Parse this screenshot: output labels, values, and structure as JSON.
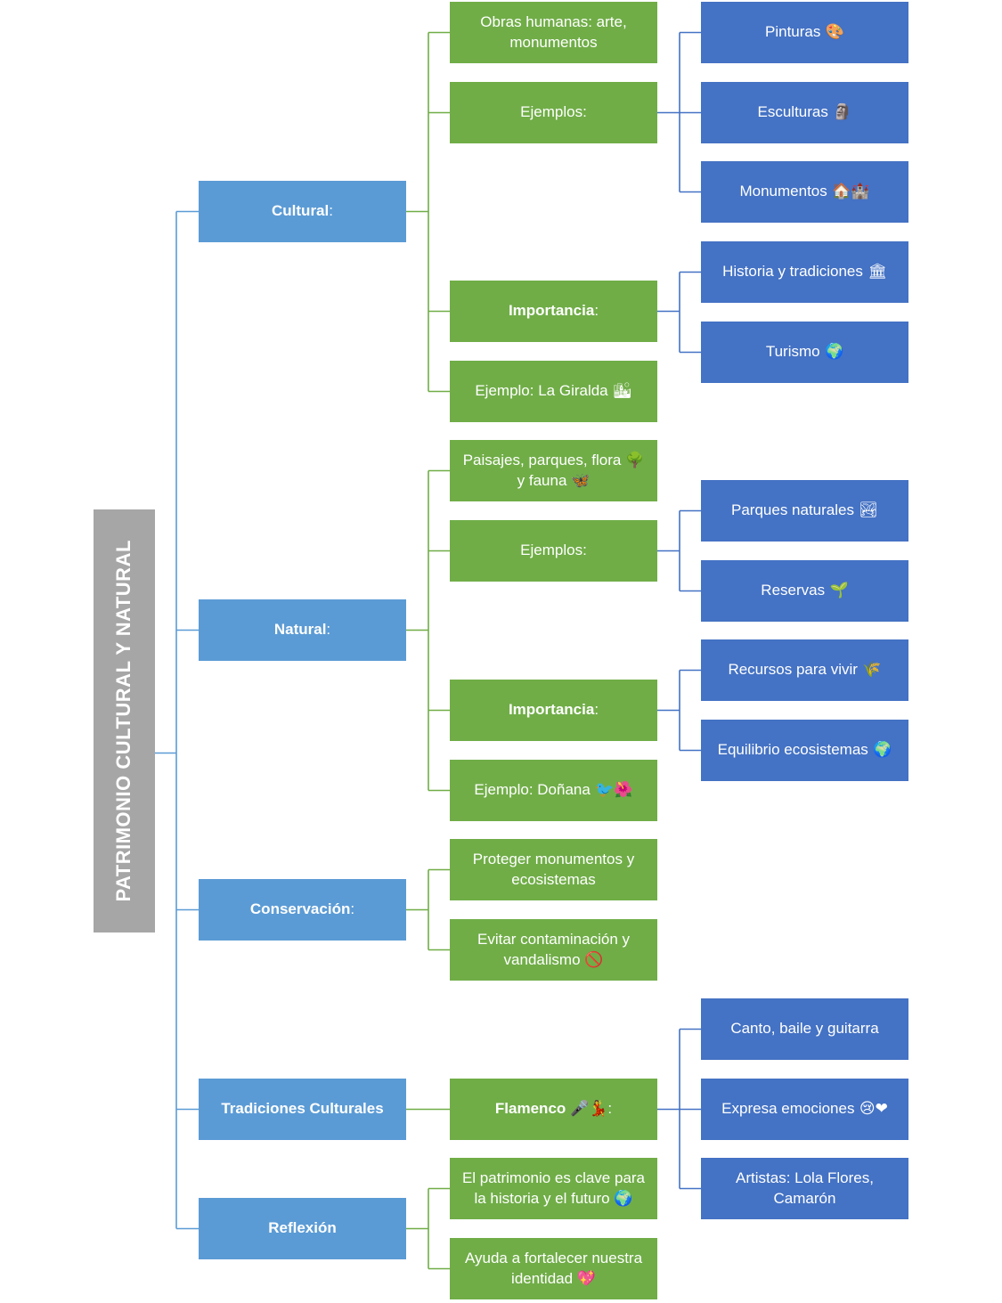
{
  "root": {
    "label": "PATRIMONIO CULTURAL Y NATURAL"
  },
  "colors": {
    "root": "#a6a6a6",
    "level1": "#5b9bd5",
    "level2": "#70ad47",
    "level3": "#4472c4",
    "connector_blue": "#5b9bd5",
    "connector_green": "#70ad47",
    "connector_darkblue": "#4472c4"
  },
  "branches": [
    {
      "label": "Cultural",
      "suffix": ":",
      "children": [
        {
          "label": "Obras humanas: arte,\nmonumentos"
        },
        {
          "label": "Ejemplos:",
          "children": [
            {
              "label": "Pinturas",
              "icon": "🎨",
              "icon_name": "palette-icon"
            },
            {
              "label": "Esculturas",
              "icon": "🗿",
              "icon_name": "moai-statue-icon"
            },
            {
              "label": "Monumentos",
              "icon": "🏠🏰",
              "icon_name": "buildings-icon"
            }
          ]
        },
        {
          "label": "Importancia",
          "suffix": ":",
          "bold": true,
          "children": [
            {
              "label": "Historia y tradiciones",
              "icon": "🏛",
              "icon_name": "classical-building-icon"
            },
            {
              "label": "Turismo",
              "icon": "🌍",
              "icon_name": "globe-icon"
            }
          ]
        },
        {
          "label": "Ejemplo: La Giralda",
          "icon": "🏙",
          "icon_name": "cityscape-icon"
        }
      ]
    },
    {
      "label": "Natural",
      "suffix": ":",
      "children": [
        {
          "label": "Paisajes, parques, flora 🌳\ny fauna 🦋",
          "icon_name": "tree-butterfly-icon"
        },
        {
          "label": "Ejemplos:",
          "children": [
            {
              "label": "Parques naturales",
              "icon": "🏞",
              "icon_name": "national-park-icon"
            },
            {
              "label": "Reservas",
              "icon": "🌱",
              "icon_name": "seedling-icon"
            }
          ]
        },
        {
          "label": "Importancia",
          "suffix": ":",
          "bold": true,
          "children": [
            {
              "label": "Recursos para vivir",
              "icon": "🌾",
              "icon_name": "wheat-icon"
            },
            {
              "label": "Equilibrio ecosistemas",
              "icon": "🌍",
              "icon_name": "globe-icon"
            }
          ]
        },
        {
          "label": "Ejemplo: Doñana",
          "icon": "🐦🌺",
          "icon_name": "bird-flower-icon"
        }
      ]
    },
    {
      "label": "Conservación",
      "suffix": ":",
      "children": [
        {
          "label": "Proteger monumentos y\necosistemas"
        },
        {
          "label": "Evitar contaminación y\nvandalismo 🚫",
          "icon_name": "prohibited-icon"
        }
      ]
    },
    {
      "label": "Tradiciones Culturales",
      "suffix": "",
      "children": [
        {
          "label": "Flamenco 🎤💃",
          "suffix": ":",
          "bold": true,
          "icon_name": "microphone-dancer-icon",
          "children": [
            {
              "label": "Canto, baile y guitarra"
            },
            {
              "label": "Expresa emociones",
              "icon": "😢❤",
              "icon_name": "sad-face-heart-icon"
            },
            {
              "label": "Artistas: Lola Flores,\nCamarón"
            }
          ]
        }
      ]
    },
    {
      "label": "Reflexión",
      "suffix": "",
      "children": [
        {
          "label": "El patrimonio es clave para\nla historia y el futuro 🌍",
          "icon_name": "globe-icon"
        },
        {
          "label": "Ayuda a fortalecer nuestra\nidentidad 💖",
          "icon_name": "sparkling-heart-icon"
        }
      ]
    }
  ]
}
